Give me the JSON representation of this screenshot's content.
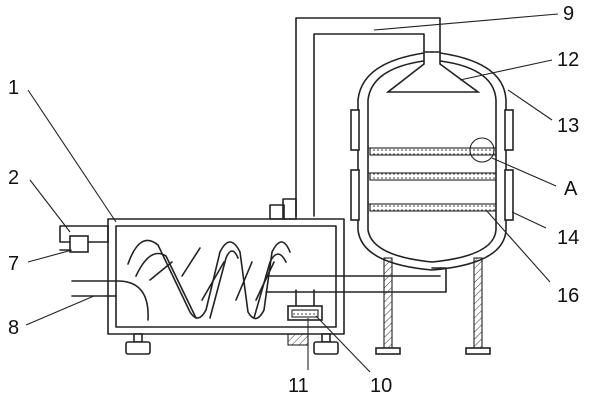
{
  "labels": {
    "l1": "1",
    "l2": "2",
    "l7": "7",
    "l8": "8",
    "l9": "9",
    "l10": "10",
    "l11": "11",
    "l12": "12",
    "l13": "13",
    "lA": "A",
    "l14": "14",
    "l16": "16"
  }
}
